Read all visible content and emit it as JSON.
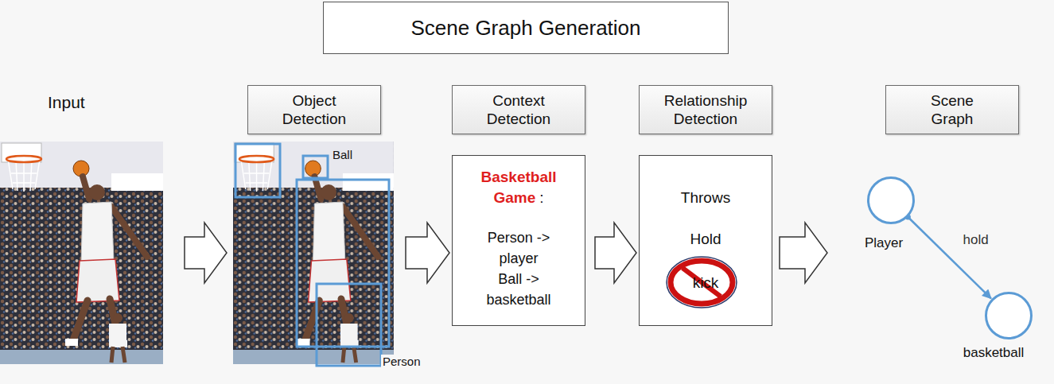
{
  "diagram": {
    "nodes": [
      {
        "text": [
          "Scene Graph Generation"
        ]
      },
      {
        "text": [
          "Object Detection"
        ]
      },
      {
        "text": [
          "Context Detection"
        ]
      },
      {
        "text": [
          "Relationship Detection"
        ]
      },
      {
        "text": [
          "Scene Graph"
        ]
      },
      {
        "text": [
          "Basketball Game",
          ":",
          "Person -> player",
          "Ball -> basketball"
        ]
      },
      {
        "text": [
          "Throws",
          "Hold",
          "kick"
        ]
      },
      {
        "text": [
          "Player"
        ]
      },
      {
        "text": [
          "basketball"
        ]
      }
    ],
    "edges": [
      {
        "from": 5,
        "to": 6,
        "arrow": "to"
      },
      {
        "from": 7,
        "to": 8,
        "arrow": "to",
        "label": "hold"
      }
    ],
    "labels": [
      "Input",
      "Ball",
      "Person"
    ]
  }
}
